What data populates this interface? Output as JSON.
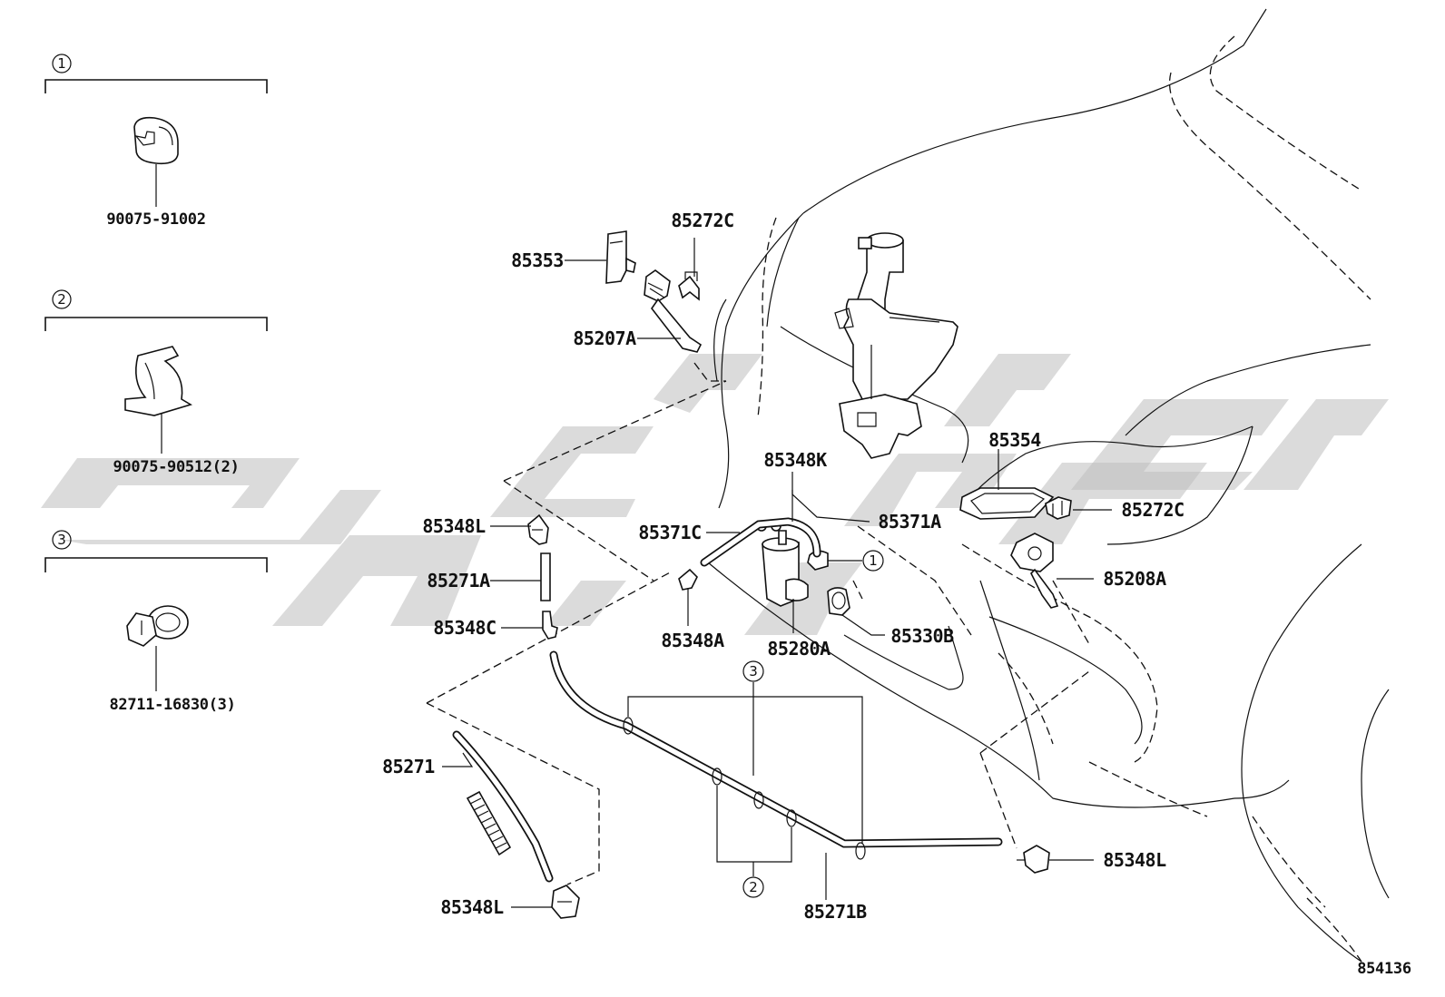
{
  "diagram_id": "854136",
  "callouts": [
    {
      "num": "1",
      "part": "90075-91002"
    },
    {
      "num": "2",
      "part": "90075-90512(2)"
    },
    {
      "num": "3",
      "part": "82711-16830(3)"
    }
  ],
  "labels": {
    "l85272c_top": "85272C",
    "l85353": "85353",
    "l85207a": "85207A",
    "l85354": "85354",
    "l85348k": "85348K",
    "l85371c": "85371C",
    "l85371a": "85371A",
    "l85348l_left": "85348L",
    "l85271a": "85271A",
    "l85348c": "85348C",
    "l85348a": "85348A",
    "l85280a": "85280A",
    "l85330b": "85330B",
    "l85272c_right": "85272C",
    "l85208a": "85208A",
    "l85271": "85271",
    "l85348l_bottom": "85348L",
    "l85271b": "85271B",
    "l85348l_right": "85348L",
    "clip_ref_1": "1",
    "clip_ref_2": "2",
    "clip_ref_3": "3"
  },
  "colors": {
    "line": "#111111",
    "watermark": "#bdbdbd",
    "background": "#ffffff"
  }
}
